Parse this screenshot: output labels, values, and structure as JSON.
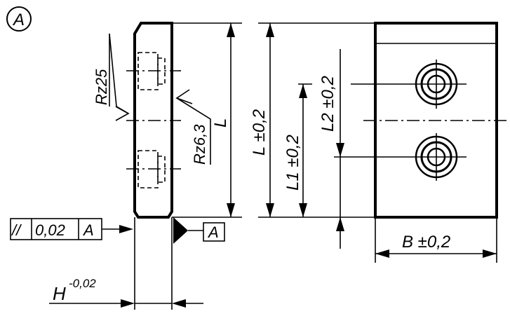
{
  "view_label": "A",
  "labels": {
    "roughness_left": "Rz25",
    "roughness_right": "Rz6,3",
    "length_L": "L",
    "length_L_tol": "L ±0,2",
    "length_L1": "L1 ±0,2",
    "length_L2": "L2 ±0,2",
    "width_B": "B ±0,2",
    "height_H": "H",
    "height_H_tol": "-0,02"
  },
  "tolerance_frame": {
    "symbol": "//",
    "value": "0,02",
    "datum": "A"
  },
  "datum_label": "A"
}
